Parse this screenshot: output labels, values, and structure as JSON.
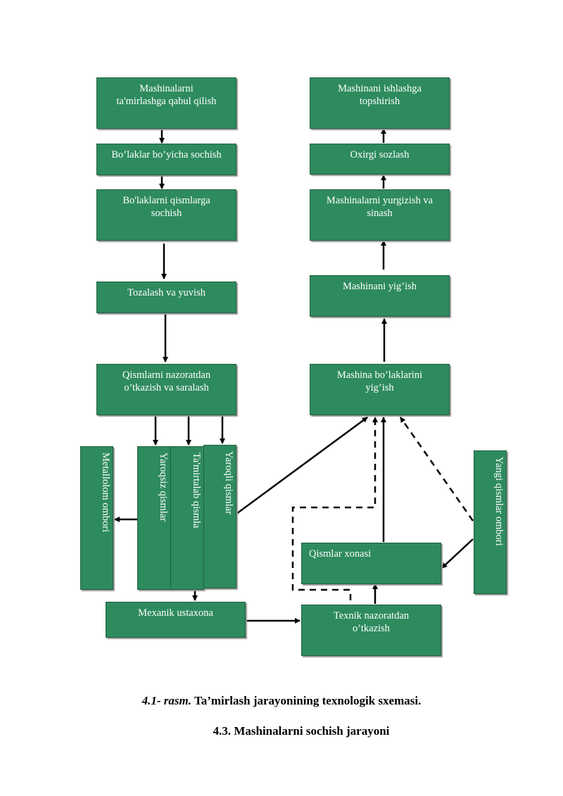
{
  "diagram": {
    "boxes": {
      "receive": [
        "Mashinalarni",
        "ta'mirlashga qabul qilish"
      ],
      "units_disassembly": "Bo’laklar bo’yicha sochish",
      "parts_disassembly": [
        "Bo'laklarni qismlarga",
        "sochish"
      ],
      "cleaning": "Tozalash va yuvish",
      "inspection": [
        "Qismlarni nazoratdan",
        "o’tkazish va  saralash"
      ],
      "scrap": "Metallolom ombori",
      "unusable": "Yaroqsiz qismlar",
      "repair_needed": "Ta'mirtalab qismla",
      "usable": "Yaroqli qismlar",
      "workshop": "Mexanik ustaxona",
      "tech_inspection": [
        "Texnik nazoratdan",
        "o’tkazish"
      ],
      "parts_room": "Qismlar  xonasi",
      "new_parts": "Yangi qismlar ombori",
      "unit_assembly": [
        "Mashina bo’laklarini",
        "yig’ish"
      ],
      "machine_assembly": "Mashinani yig’ish",
      "run_test": [
        "Mashinalarni yurgizish va",
        "sinash"
      ],
      "final_adjust": "Oxirgi sozlash",
      "deliver": [
        "Mashinani ishlashga",
        "topshirish"
      ]
    }
  },
  "caption": {
    "number": "4.1- rasm.",
    "text": " Ta’mirlash jarayonining texnologik  sxemasi."
  },
  "section_heading": "4.3.  Mashinalarni sochish  jarayoni"
}
